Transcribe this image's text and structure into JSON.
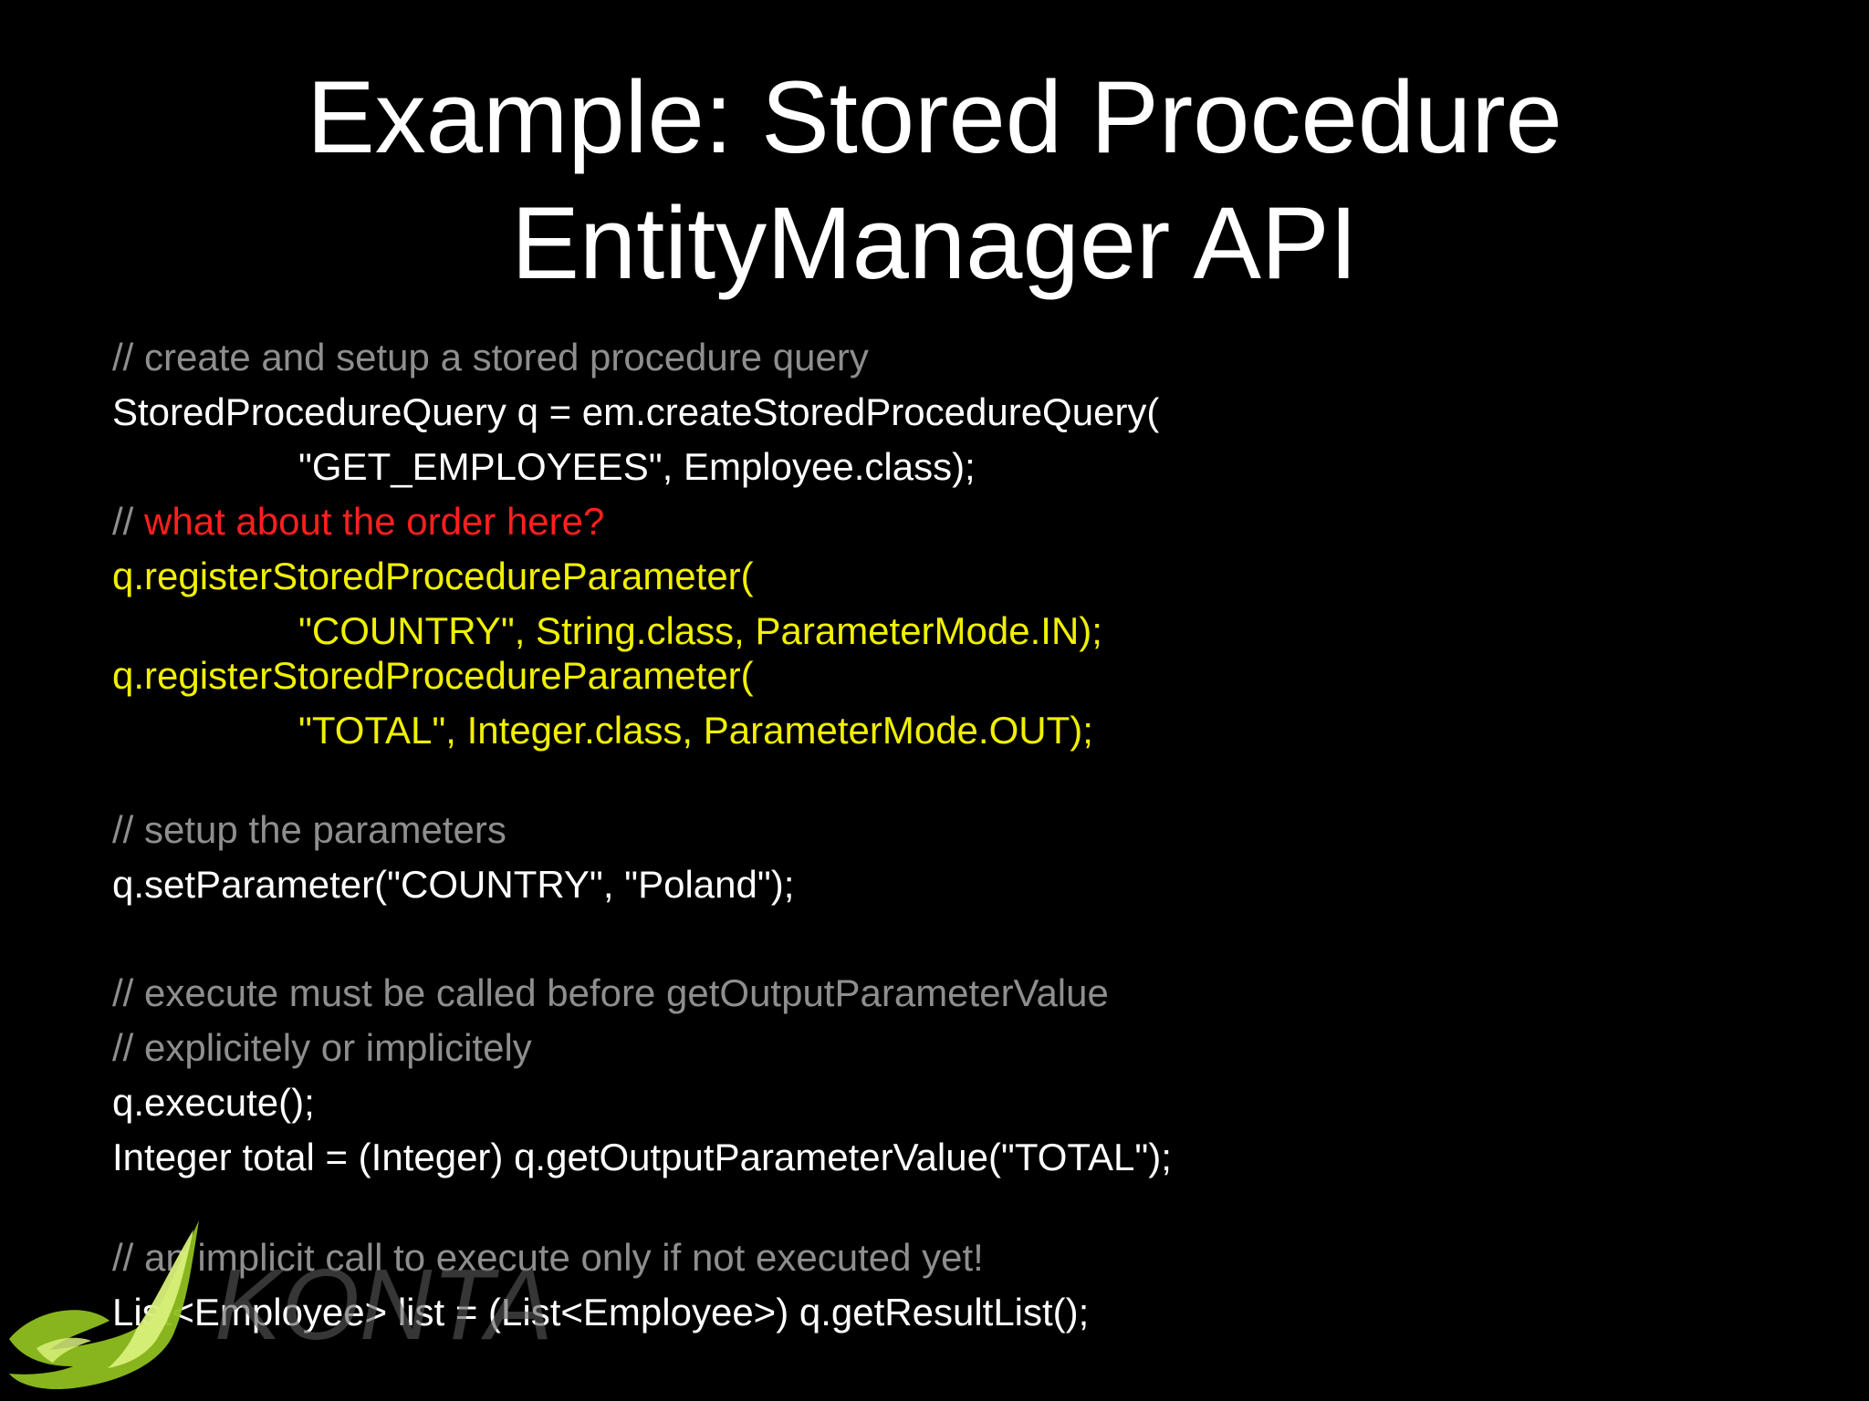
{
  "slide": {
    "title_line1": "Example: Stored Procedure",
    "title_line2": "EntityManager API",
    "code": {
      "comment_create": "// create and setup a stored procedure query",
      "create_query": "StoredProcedureQuery q = em.createStoredProcedureQuery(",
      "create_query_args": "\"GET_EMPLOYEES\", Employee.class);",
      "comment_order_prefix": "// ",
      "comment_order_text": "what about the order here?",
      "register1": "q.registerStoredProcedureParameter(",
      "register1_args": "\"COUNTRY\", String.class, ParameterMode.IN);",
      "register2": "q.registerStoredProcedureParameter(",
      "register2_args": "\"TOTAL\", Integer.class, ParameterMode.OUT);",
      "comment_setup": "// setup the parameters",
      "set_parameter": "q.setParameter(\"COUNTRY\", \"Poland\");",
      "comment_execute1": "// execute must be called before getOutputParameterValue",
      "comment_execute2": "// explicitely or implicitely",
      "execute": "q.execute();",
      "get_output": "Integer total = (Integer) q.getOutputParameterValue(\"TOTAL\");",
      "comment_implicit": "// an implicit call to execute only if not executed yet!",
      "result_list": "List<Employee> list = (List<Employee>) q.getResultList();"
    },
    "logo": {
      "wordmark": "KONTA",
      "colors": {
        "leaf_light": "#d8f07a",
        "leaf_dark": "#8fbf1f",
        "wordmark": "#5a5a5a"
      }
    },
    "colors": {
      "background": "#000000",
      "code": "#ffffff",
      "comment": "#8e8e8e",
      "highlight": "#f0f000",
      "alert": "#ff1f1f"
    }
  }
}
